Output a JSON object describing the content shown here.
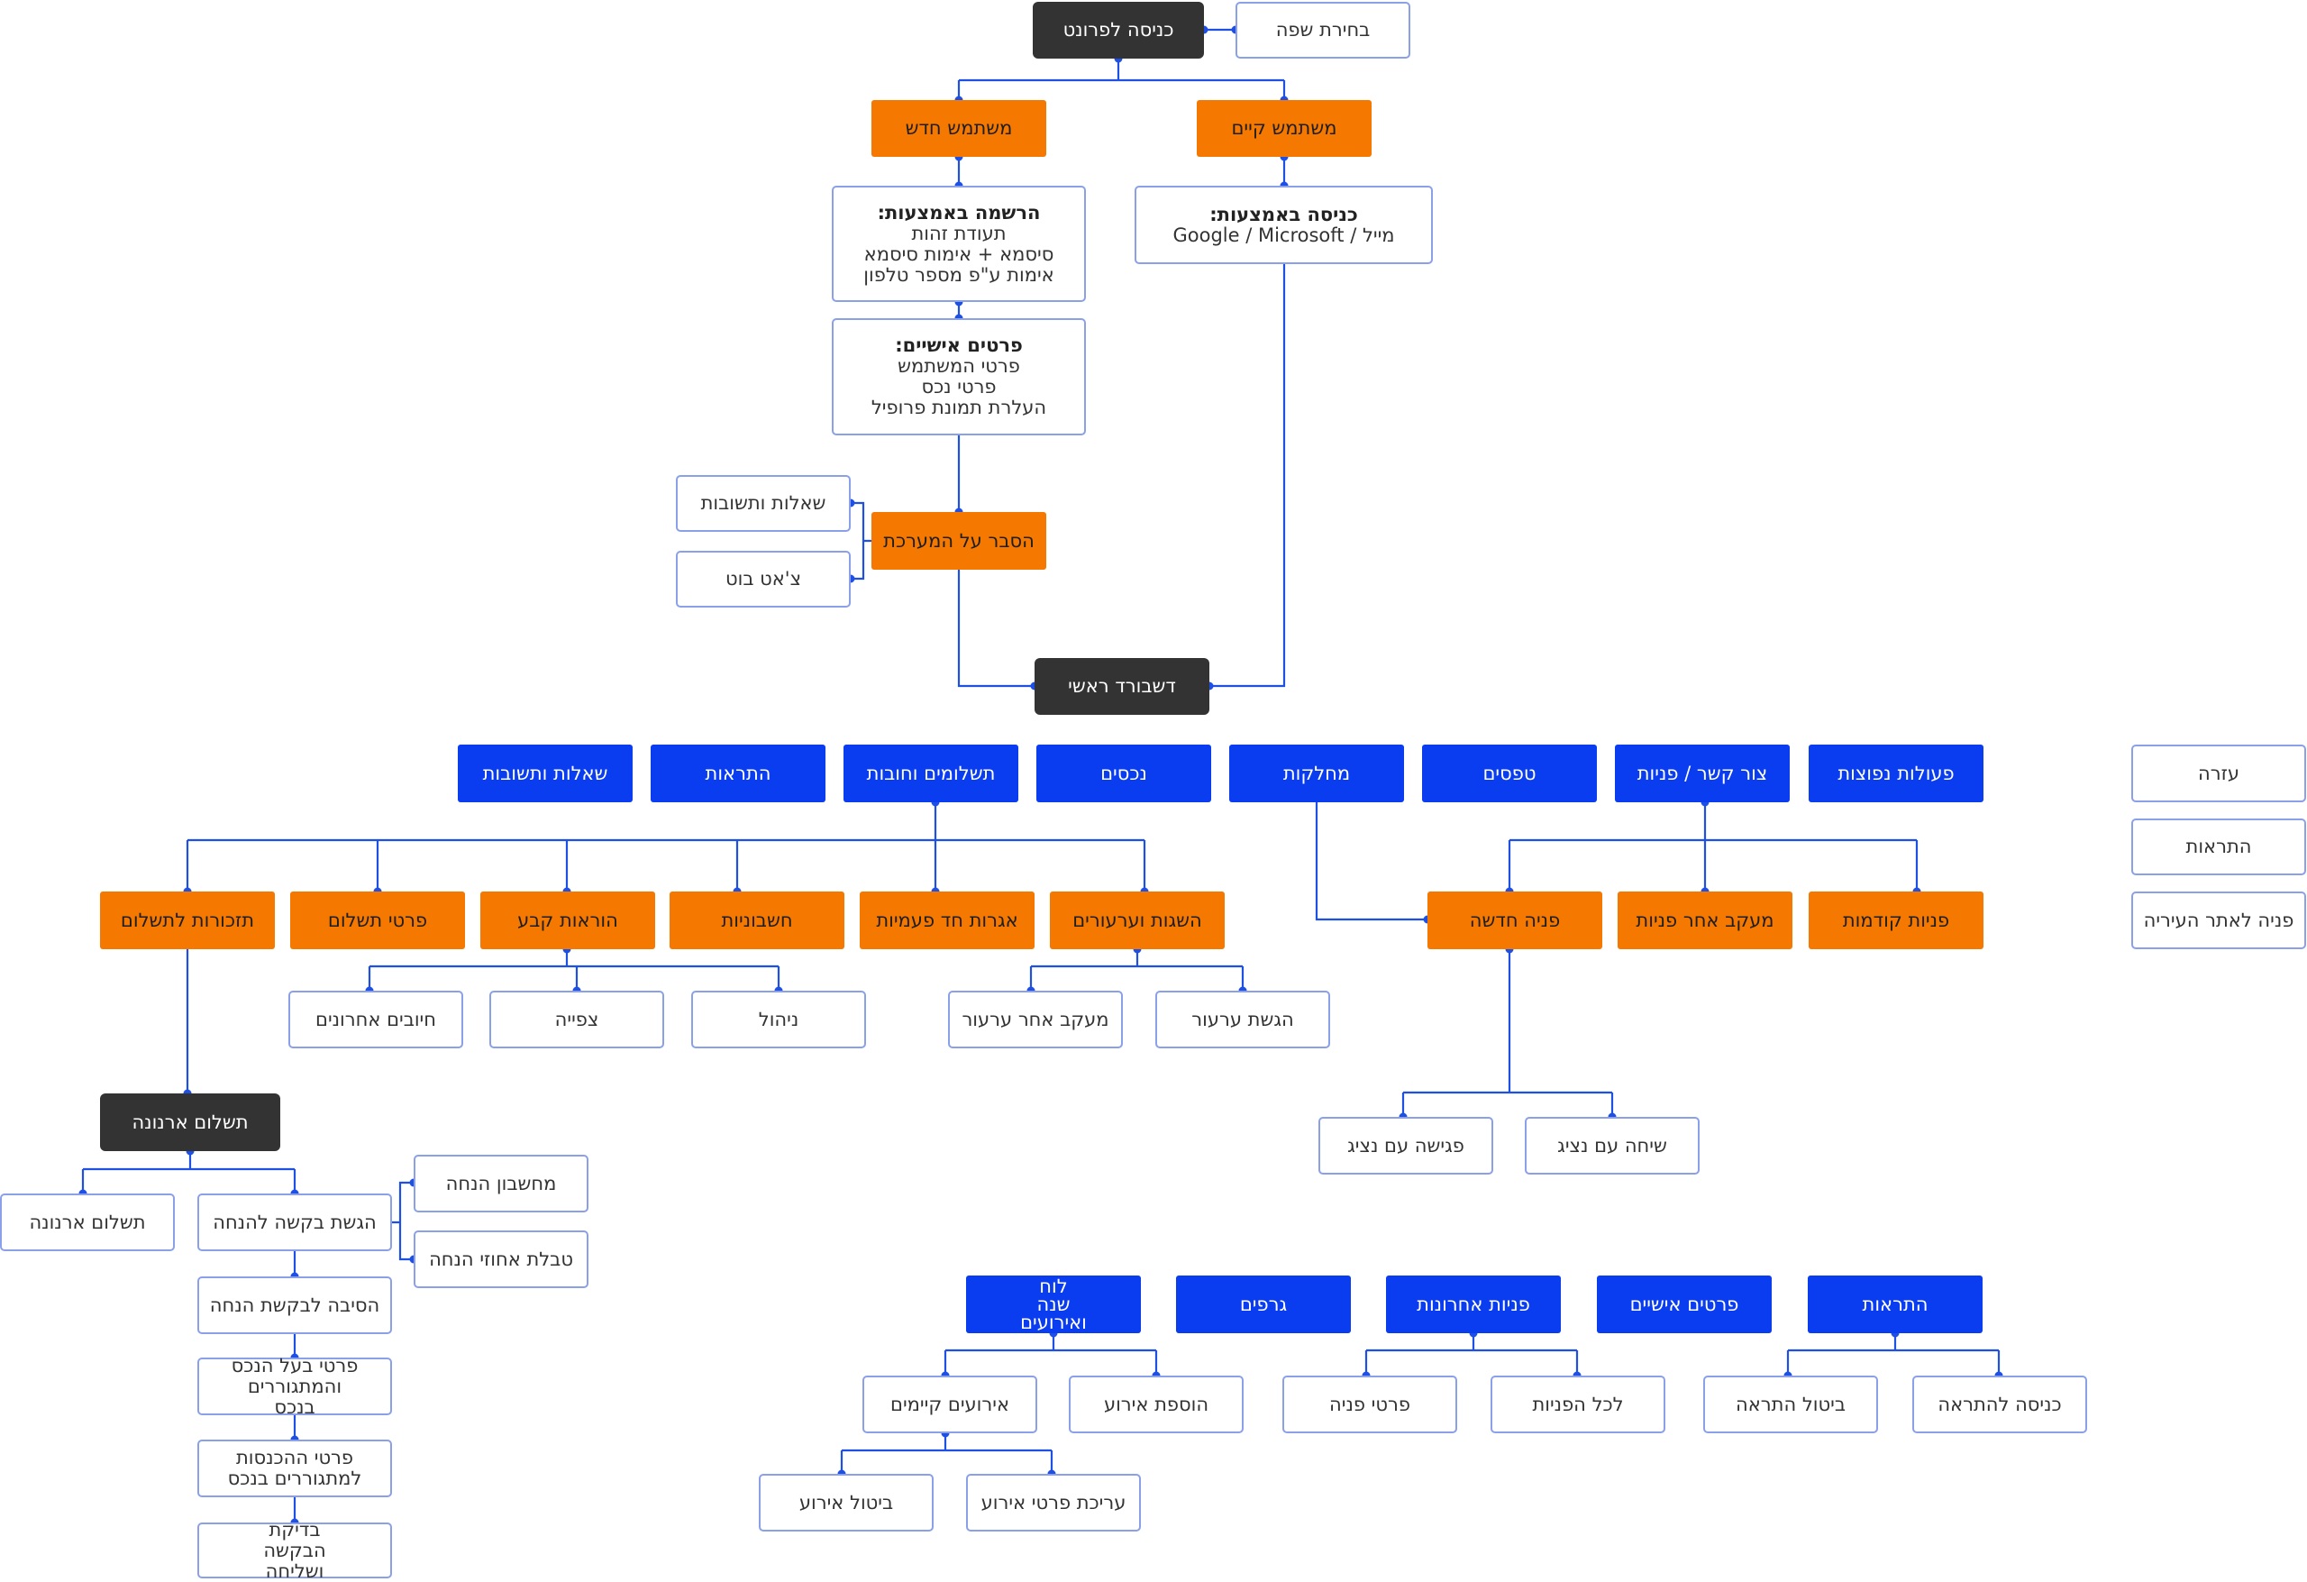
{
  "colors": {
    "dark": "#333333",
    "orange": "#f57800",
    "blue": "#0a3cf0",
    "line": "#1e50e6",
    "box_border": "#8aa0e8"
  },
  "top": {
    "entry": "כניסה לפרונט",
    "language": "בחירת שפה",
    "existing_user": "משתמש קיים",
    "new_user": "משתמש חדש",
    "login_box": {
      "title": "כניסה באמצעות:",
      "lines": [
        "מייל / Google / Microsoft"
      ]
    },
    "register_box": {
      "title": "הרשמה באמצעות:",
      "lines": [
        "תעודת זהות",
        "סיסמא + אימות סיסמא",
        "אימות ע\"פ מספר טלפון"
      ]
    },
    "personal_box": {
      "title": "פרטים אישיים:",
      "lines": [
        "פרטי המשתמש",
        "פרטי נכס",
        "העלרת תמונת פרופיל"
      ]
    },
    "explain": "הסבר על המערכת",
    "qa": "שאלות ותשובות",
    "chatbot": "צ'אט בוט",
    "dashboard": "דשבורד ראשי"
  },
  "menu": {
    "quick_actions": "פעולות נפוצות",
    "contact": "צור קשר / פניות",
    "forms": "טפסים",
    "departments": "מחלקות",
    "assets": "נכסים",
    "payments": "תשלומים וחובות",
    "alerts": "התראות",
    "qa": "שאלות ותשובות"
  },
  "side": {
    "help": "עזרה",
    "alerts": "התראות",
    "city_site": "פניה לאתר העיריה"
  },
  "contact_branch": {
    "previous": "פניות קודמות",
    "tracking": "מעקב אחר פניות",
    "new": "פניה חדשה",
    "chat_rep": "שיחה עם נציג",
    "meet_rep": "פגישה עם נציג"
  },
  "payments_branch": {
    "objections": "השגות וערעורים",
    "one_time_fees": "אגרות חד פעמיות",
    "invoices": "חשבוניות",
    "standing_orders": "הוראות קבע",
    "payment_details": "פרטי תשלום",
    "reminders": "תזכורות לתשלום",
    "submit_appeal": "הגשת ערעור",
    "track_appeal": "מעקב אחר ערעור",
    "manage": "ניהול",
    "view": "צפייה",
    "recent_charges": "חיובים אחרונים",
    "arnona_payment_head": "תשלום ארנונה",
    "arnona_payment": "תשלום ארנונה",
    "discount_request": "הגשת בקשה להנחה",
    "discount_calc": "מחשבון הנחה",
    "discount_table": "טבלת אחוזי הנחה",
    "discount_reason": "הסיבה לבקשת הנחה",
    "owner_details": "פרטי בעל הנכס והמתגוררים בנכס",
    "income_details": "פרטי ההכנסות למתגוררים בנכס",
    "review_send": "בדיקת הבקשה ושליחה"
  },
  "bottom": {
    "alerts": "התראות",
    "personal": "פרטים אישיים",
    "recent_requests": "פניות אחרונות",
    "graphs": "גרפים",
    "calendar": "לוח שנה ואירועים",
    "enter_alert": "כניסה להתראה",
    "cancel_alert": "ביטול התראה",
    "all_requests": "לכל הפניות",
    "request_details": "פרטי פניה",
    "add_event": "הוספת אירוע",
    "existing_events": "אירועים קיימים",
    "edit_event": "עריכת פרטי אירוע",
    "cancel_event": "ביטול אירוע"
  }
}
